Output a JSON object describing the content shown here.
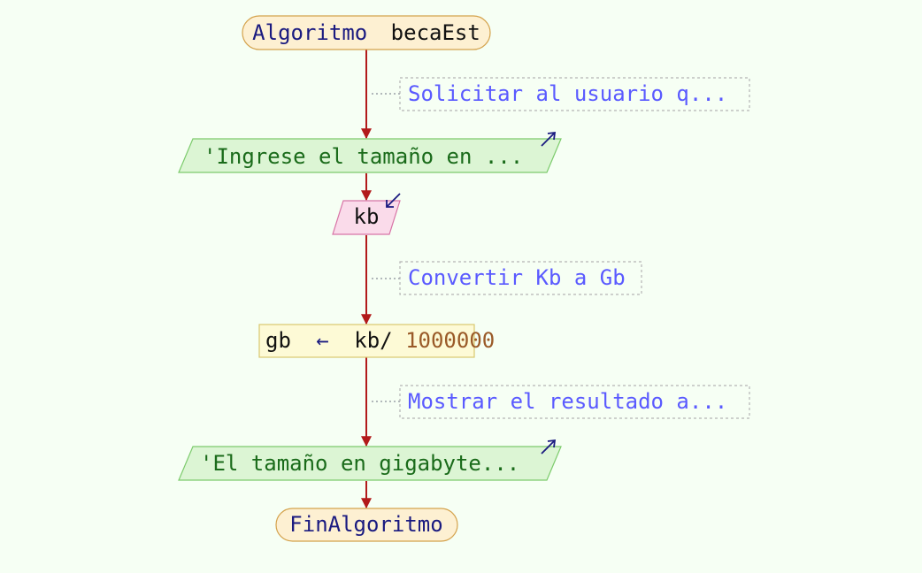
{
  "flowchart": {
    "start": {
      "keyword": "Algoritmo",
      "name": "becaEst"
    },
    "comment_1": "Solicitar al usuario q...",
    "output_1": "'Ingrese el tamaño en ...",
    "input_1": "kb",
    "comment_2": "Convertir Kb a Gb",
    "assign": {
      "target": "gb",
      "arrow": "←",
      "expr": "kb/",
      "literal": "1000000"
    },
    "comment_3": "Mostrar el resultado a...",
    "output_2": "'El tamaño en gigabyte...",
    "end": "FinAlgoritmo"
  },
  "colors": {
    "background": "#f6fff4",
    "flow_line": "#b21a1a",
    "keyword": "#1a1a80",
    "comment_text": "#5a5aff",
    "output_text": "#1a6b1a",
    "number_literal": "#9a5a28"
  }
}
